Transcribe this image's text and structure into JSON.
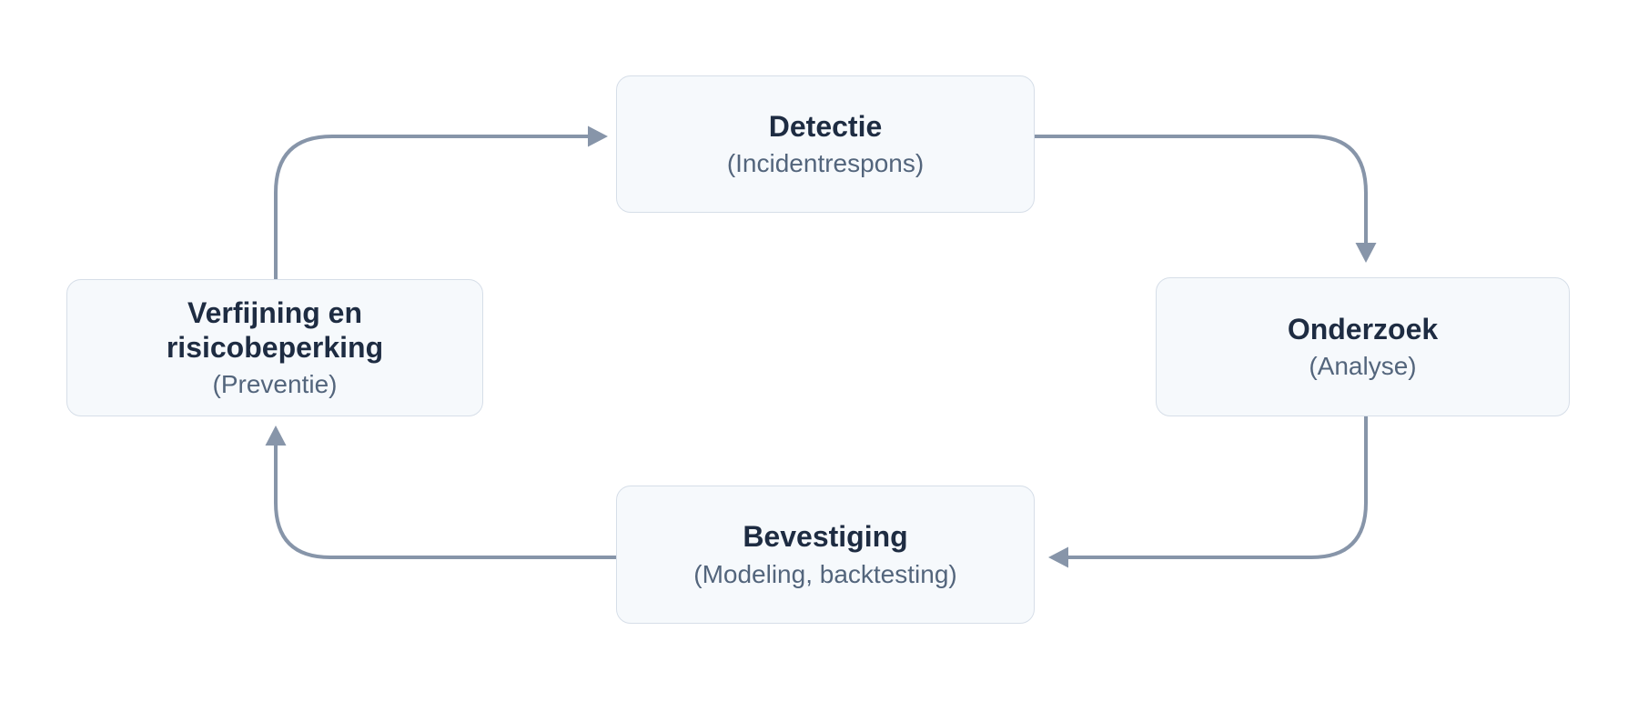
{
  "diagram": {
    "nodes": [
      {
        "id": "detectie",
        "title": "Detectie",
        "subtitle": "(Incidentrespons)"
      },
      {
        "id": "onderzoek",
        "title": "Onderzoek",
        "subtitle": "(Analyse)"
      },
      {
        "id": "bevestiging",
        "title": "Bevestiging",
        "subtitle": "(Modeling, backtesting)"
      },
      {
        "id": "verfijning",
        "title": "Verfijning en risicobeperking",
        "subtitle": "(Preventie)"
      }
    ],
    "edges": [
      {
        "from": "verfijning",
        "to": "detectie"
      },
      {
        "from": "detectie",
        "to": "onderzoek"
      },
      {
        "from": "onderzoek",
        "to": "bevestiging"
      },
      {
        "from": "bevestiging",
        "to": "verfijning"
      }
    ],
    "colors": {
      "background": "#ffffff",
      "node_fill": "#f6f9fc",
      "node_border": "#d6dee8",
      "title_text": "#1e2c42",
      "subtitle_text": "#53657c",
      "arrow": "#8795a9"
    }
  }
}
